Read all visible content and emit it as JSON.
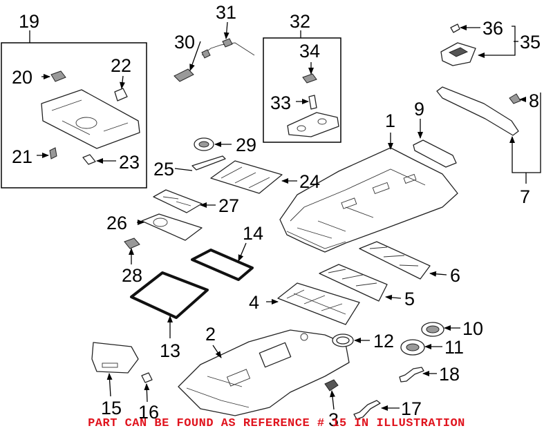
{
  "callouts": {
    "c1": "1",
    "c2": "2",
    "c3": "3",
    "c4": "4",
    "c5": "5",
    "c6": "6",
    "c7": "7",
    "c8": "8",
    "c9": "9",
    "c10": "10",
    "c11": "11",
    "c12": "12",
    "c13": "13",
    "c14": "14",
    "c15": "15",
    "c16": "16",
    "c17": "17",
    "c18": "18",
    "c19": "19",
    "c20": "20",
    "c21": "21",
    "c22": "22",
    "c23": "23",
    "c24": "24",
    "c25": "25",
    "c26": "26",
    "c27": "27",
    "c28": "28",
    "c29": "29",
    "c30": "30",
    "c31": "31",
    "c32": "32",
    "c33": "33",
    "c34": "34",
    "c35": "35",
    "c36": "36"
  },
  "footer_note": "PART CAN BE FOUND AS REFERENCE # 15 IN ILLUSTRATION",
  "colors": {
    "footer": "#e0141e",
    "line": "#000000"
  }
}
